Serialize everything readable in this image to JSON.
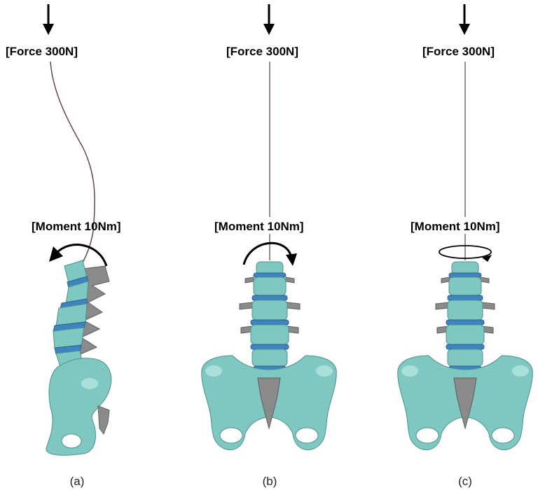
{
  "panels": [
    {
      "id": "a",
      "force_label": "[Force 300N]",
      "moment_label": "[Moment 10Nm]",
      "caption": "(a)"
    },
    {
      "id": "b",
      "force_label": "[Force 300N]",
      "moment_label": "[Moment 10Nm]",
      "caption": "(b)"
    },
    {
      "id": "c",
      "force_label": "[Force 300N]",
      "moment_label": "[Moment 10Nm]",
      "caption": "(c)"
    }
  ],
  "colors": {
    "bone": "#7fc8c2",
    "disc": "#3e84c0",
    "process": "#8a8a8a",
    "arrow": "#000000",
    "wire": "#5a3a46"
  },
  "icons": {
    "force_arrow": "down-arrow-icon",
    "moment_a": "curved-arrow-ccw-icon",
    "moment_b": "curved-arrow-cw-icon",
    "moment_c": "axial-rotation-arrow-icon"
  }
}
